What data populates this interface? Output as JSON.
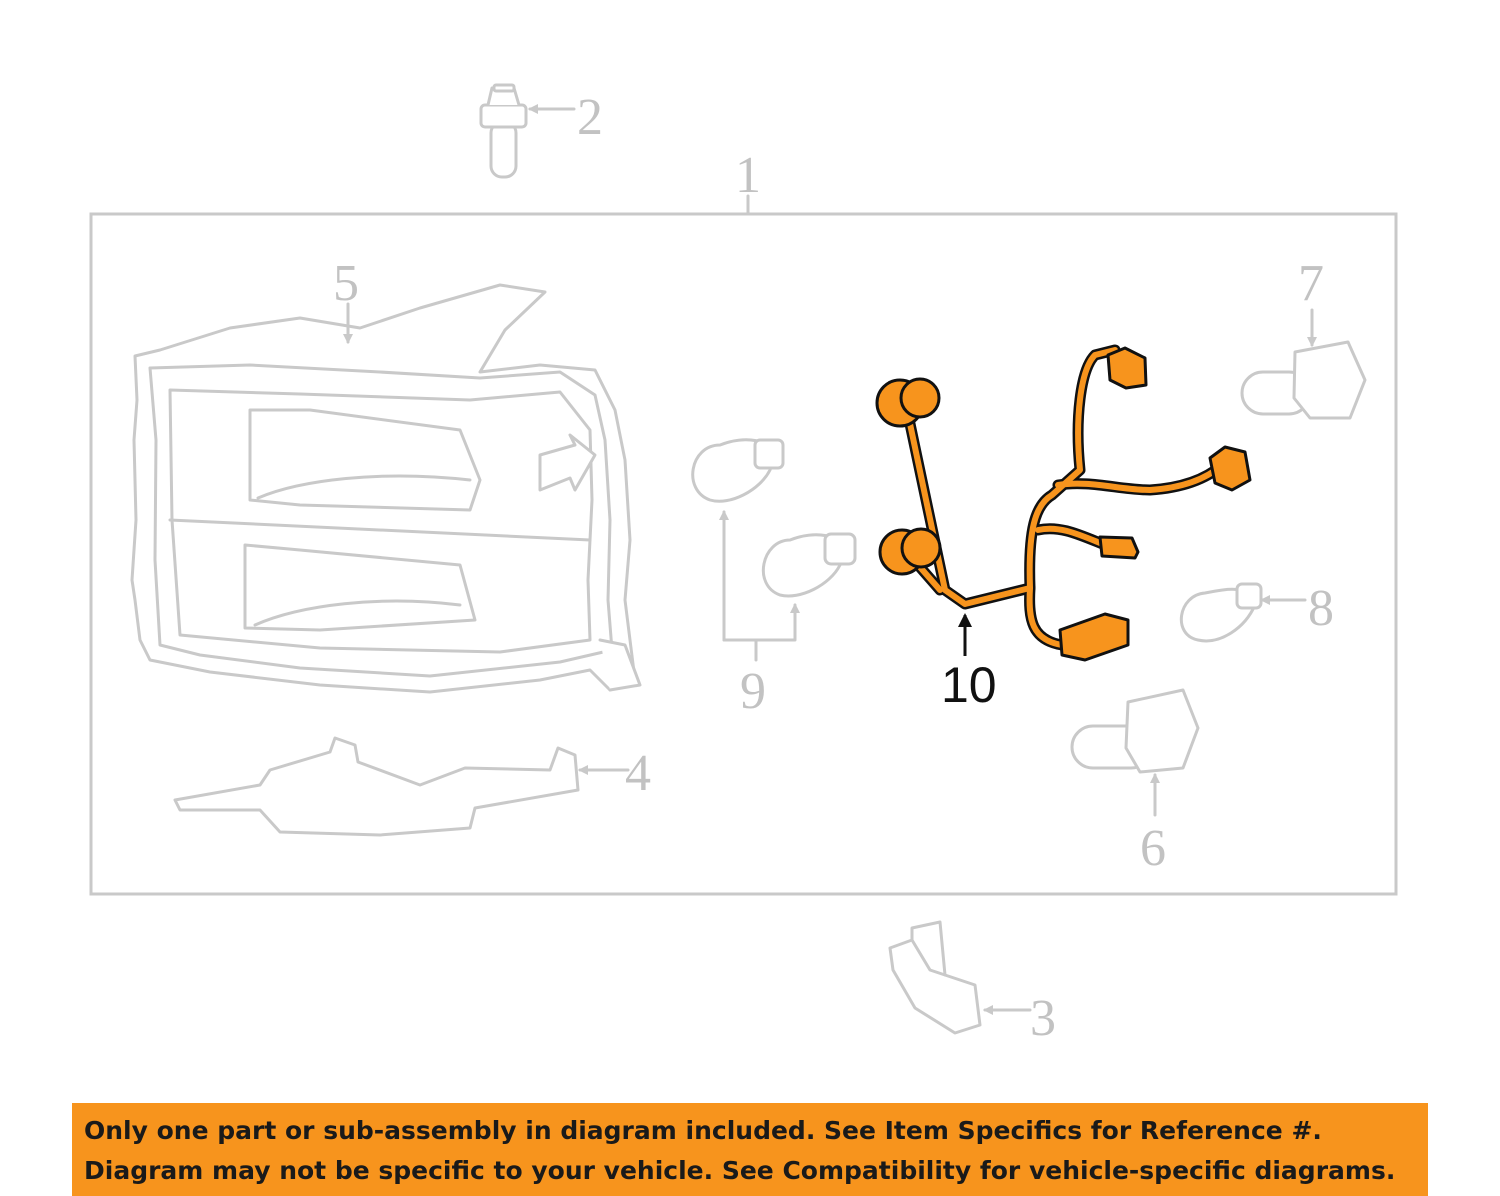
{
  "diagram": {
    "callouts": {
      "c1": "1",
      "c2": "2",
      "c3": "3",
      "c4": "4",
      "c5": "5",
      "c6": "6",
      "c7": "7",
      "c8": "8",
      "c9": "9",
      "c10": "10"
    },
    "highlight_color": "#f7941d",
    "ghost_color": "#c9c9c9"
  },
  "footer": {
    "line1": "Only one part or sub-assembly in diagram included. See Item Specifics for Reference #.",
    "line2": "Diagram may not be specific to your vehicle. See Compatibility for vehicle-specific diagrams."
  }
}
